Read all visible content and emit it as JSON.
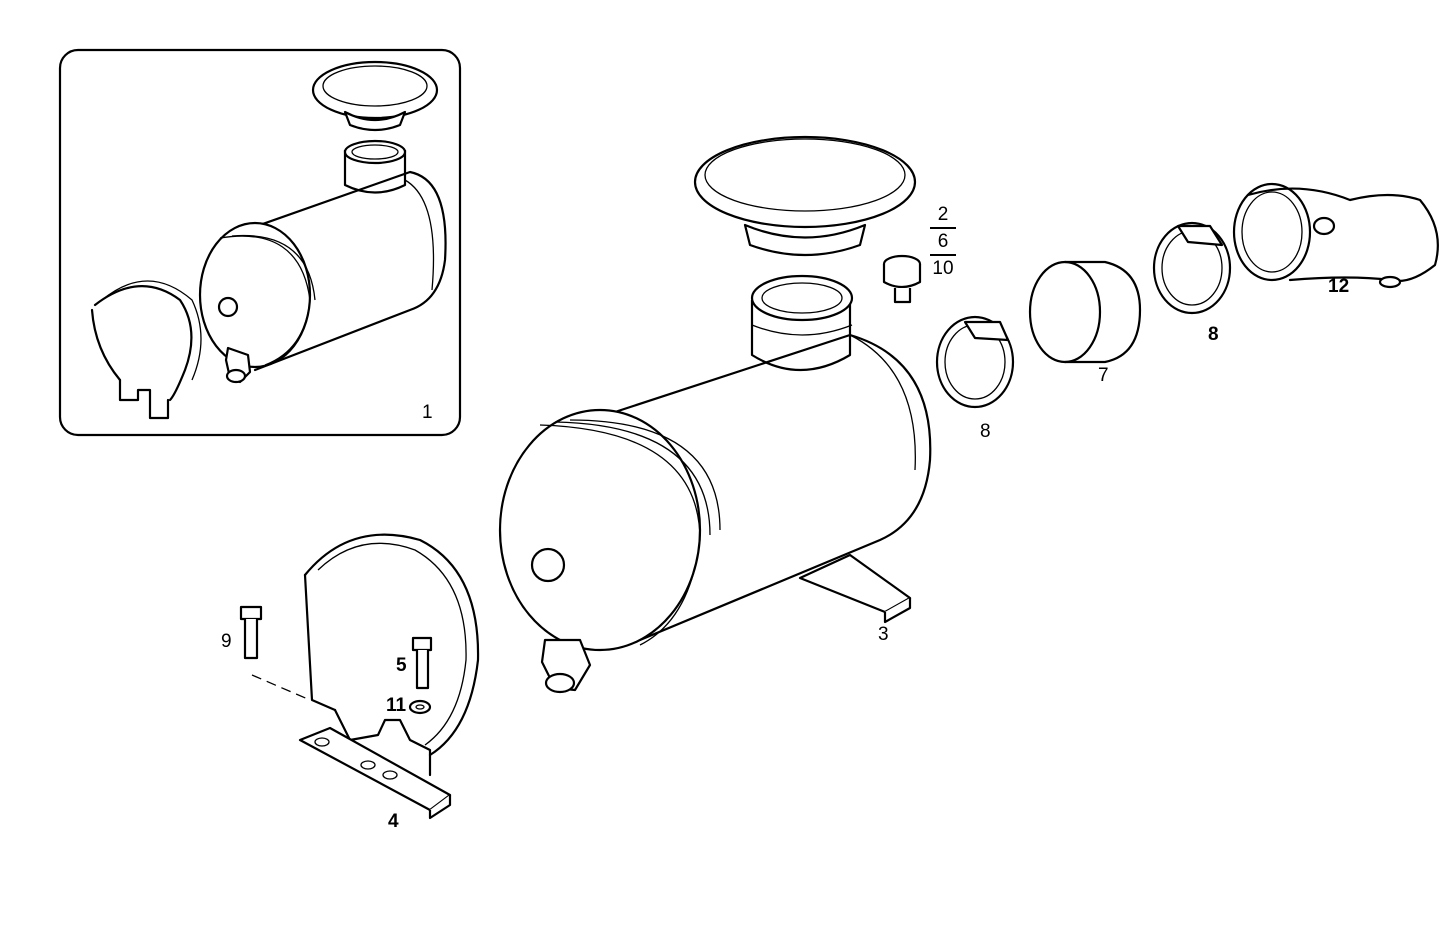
{
  "labels": {
    "inset": "1",
    "part_2": "2",
    "part_6": "6",
    "part_10": "10",
    "part_3": "3",
    "part_4": "4",
    "part_5": "5",
    "part_7": "7",
    "part_8_left": "8",
    "part_8_right": "8",
    "part_9": "9",
    "part_11": "11",
    "part_12": "12"
  }
}
